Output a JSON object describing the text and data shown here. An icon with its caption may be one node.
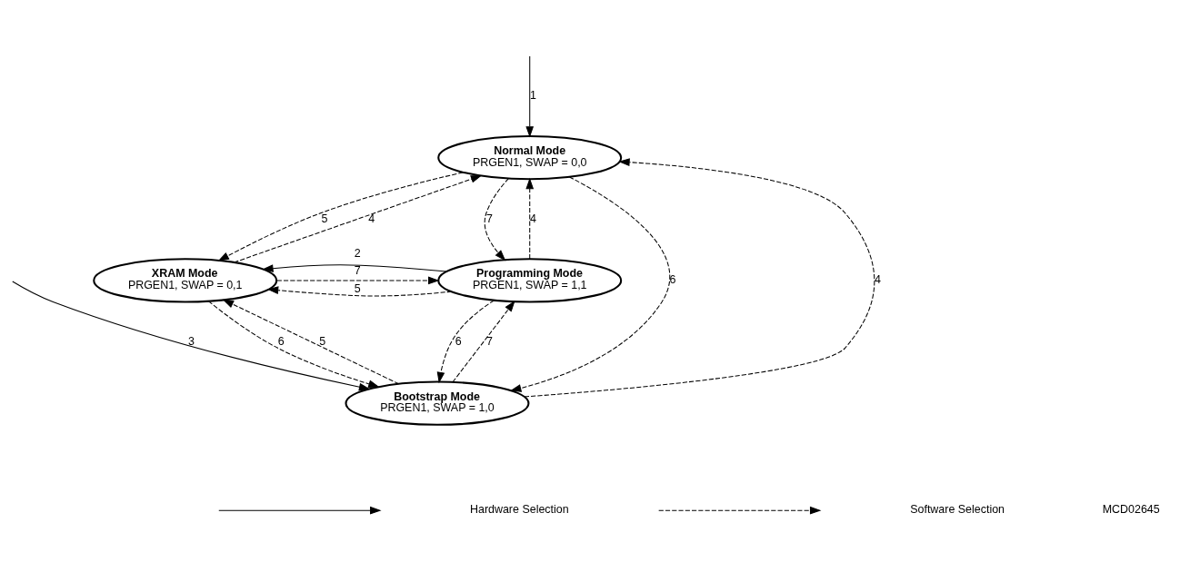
{
  "diagram": {
    "nodes": [
      {
        "text": [
          "Normal Mode",
          "PRGEN1, SWAP = 0,0"
        ]
      },
      {
        "text": [
          "XRAM Mode",
          "PRGEN1, SWAP = 0,1"
        ]
      },
      {
        "text": [
          "Programming Mode",
          "PRGEN1, SWAP = 1,1"
        ]
      },
      {
        "text": [
          "Bootstrap Mode",
          "PRGEN1, SWAP = 1,0"
        ]
      }
    ],
    "edges": [
      {
        "from": null,
        "to": 0,
        "arrow": "to",
        "label": "1"
      },
      {
        "from": 1,
        "to": 0,
        "arrow": "to",
        "label": "4",
        "style": "dashed"
      },
      {
        "from": 0,
        "to": 1,
        "arrow": "to",
        "label": "5",
        "style": "dashed"
      },
      {
        "from": 3,
        "to": 0,
        "arrow": "to",
        "label": "4",
        "style": "dashed"
      },
      {
        "from": 0,
        "to": 3,
        "arrow": "to",
        "label": "6",
        "style": "dashed"
      },
      {
        "from": 0,
        "to": 2,
        "arrow": "to",
        "label": "7",
        "style": "dashed"
      },
      {
        "from": 2,
        "to": 0,
        "arrow": "to",
        "label": "4",
        "style": "dashed"
      },
      {
        "from": 1,
        "to": 2,
        "arrow": "to",
        "label": "7",
        "style": "dashed"
      },
      {
        "from": 2,
        "to": 1,
        "arrow": "to",
        "label": "5",
        "style": "dashed"
      },
      {
        "from": 2,
        "to": 1,
        "arrow": "to",
        "label": "2"
      },
      {
        "from": 3,
        "to": 1,
        "arrow": "to",
        "label": "5",
        "style": "dashed"
      },
      {
        "from": 1,
        "to": 3,
        "arrow": "to",
        "label": "6",
        "style": "dashed"
      },
      {
        "from": 3,
        "to": 2,
        "arrow": "to",
        "label": "7",
        "style": "dashed"
      },
      {
        "from": 2,
        "to": 3,
        "arrow": "to",
        "label": "6",
        "style": "dashed"
      },
      {
        "from": null,
        "to": 3,
        "arrow": "to",
        "label": "3"
      }
    ],
    "labels": [
      "MCD02645"
    ],
    "legend": [
      {
        "text": "Hardware Selection"
      },
      {
        "text": "Software Selection"
      }
    ]
  }
}
